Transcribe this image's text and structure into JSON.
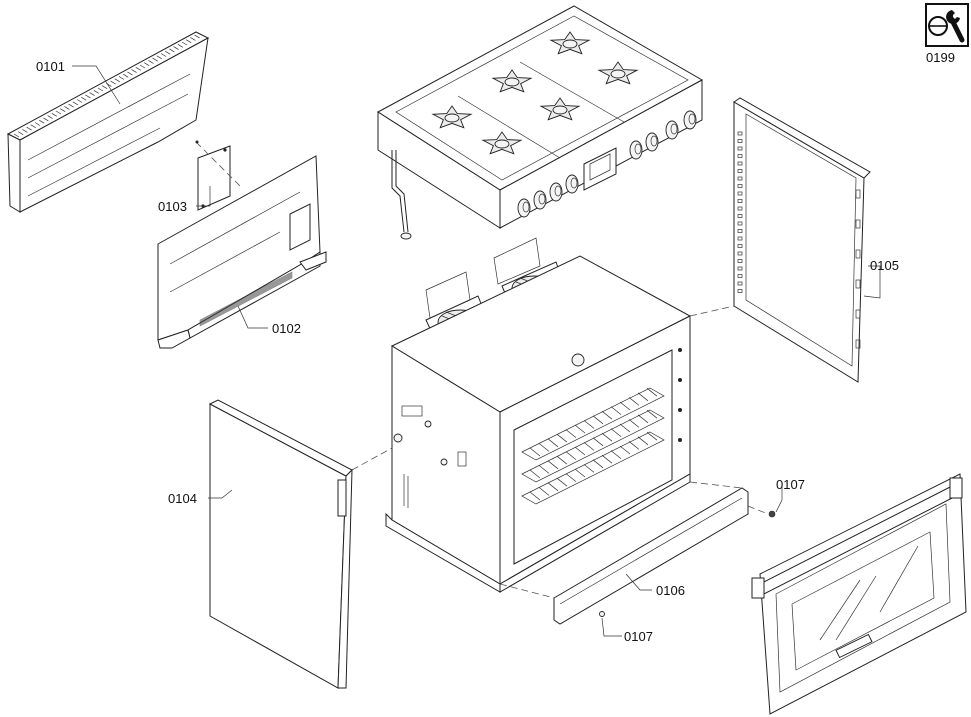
{
  "callouts": {
    "p0101": "0101",
    "p0102": "0102",
    "p0103": "0103",
    "p0104": "0104",
    "p0105": "0105",
    "p0106": "0106",
    "p0107a": "0107",
    "p0107b": "0107",
    "p0199": "0199"
  },
  "icons": {
    "service": "wrench-and-screw-icon"
  }
}
